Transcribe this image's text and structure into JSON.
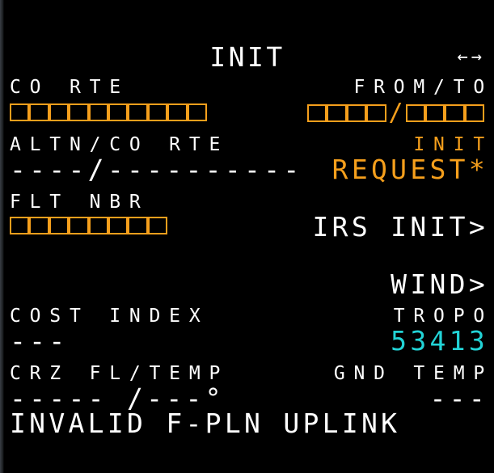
{
  "page": {
    "title": "INIT",
    "page_arrows": "←→"
  },
  "colors": {
    "white": "#ffffff",
    "amber": "#f59f1c",
    "cyan": "#22d3d6",
    "background": "#000000"
  },
  "left": {
    "l1": {
      "label": "CO RTE",
      "box_count": 10
    },
    "l2": {
      "label": "ALTN/CO RTE",
      "value": "----/----------"
    },
    "l3": {
      "label": "FLT NBR",
      "box_count": 8
    },
    "l4": {
      "label": "",
      "value": ""
    },
    "l5": {
      "label": "COST INDEX",
      "value": "---"
    },
    "l6": {
      "label": "CRZ FL/TEMP",
      "value": "----- /---°"
    }
  },
  "right": {
    "r1": {
      "label": "FROM/TO",
      "from_box_count": 4,
      "separator": "/",
      "to_box_count": 4
    },
    "r2": {
      "label": "INIT",
      "value": "REQUEST*"
    },
    "r3": {
      "label": "",
      "value": "IRS INIT>"
    },
    "r4": {
      "label": "",
      "value": "WIND>"
    },
    "r5": {
      "label": "TROPO",
      "value": "53413"
    },
    "r6": {
      "label": "GND TEMP",
      "value": "---"
    }
  },
  "scratchpad": "INVALID F-PLN UPLINK"
}
